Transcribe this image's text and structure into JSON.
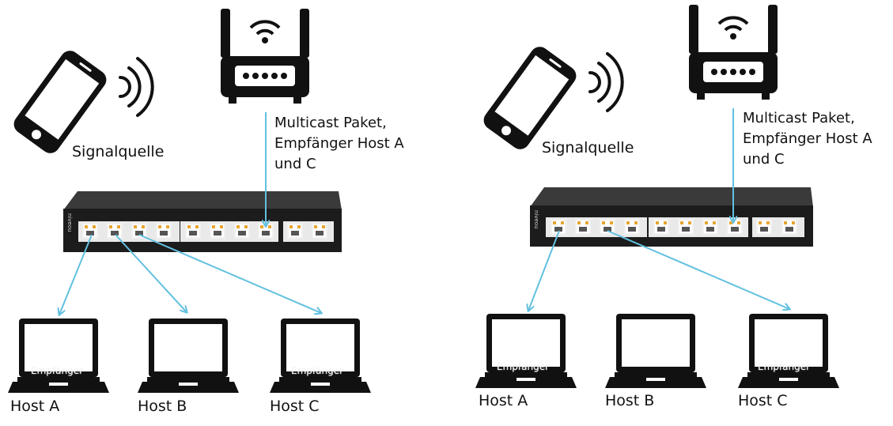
{
  "colors": {
    "arrow": "#62c0e0",
    "device": "#111111",
    "switch_body": "#1c1c1c"
  },
  "panels": [
    {
      "signal_source_label": "Signalquelle",
      "packet_label": "Multicast Paket, Empfänger Host A und C",
      "switch_brand": "niveou",
      "hosts": [
        {
          "label": "Host A",
          "receiver_label": "Empfänger"
        },
        {
          "label": "Host B",
          "receiver_label": ""
        },
        {
          "label": "Host C",
          "receiver_label": "Empfänger"
        }
      ]
    },
    {
      "signal_source_label": "Signalquelle",
      "packet_label": "Multicast Paket, Empfänger Host A und C",
      "switch_brand": "niveou",
      "hosts": [
        {
          "label": "Host A",
          "receiver_label": "Empfänger"
        },
        {
          "label": "Host B",
          "receiver_label": ""
        },
        {
          "label": "Host C",
          "receiver_label": "Empfänger"
        }
      ]
    }
  ]
}
